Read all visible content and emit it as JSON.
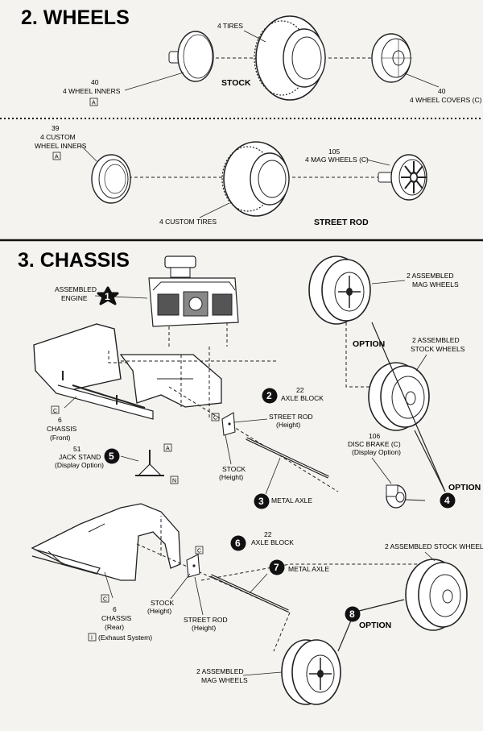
{
  "sections": {
    "wheels": {
      "title": "2. WHEELS",
      "stock": {
        "tires": "4 TIRES",
        "inners_num": "40",
        "inners": "4 WHEEL INNERS",
        "inners_tag": "A",
        "label": "STOCK",
        "covers_num": "40",
        "covers": "4 WHEEL COVERS (C)"
      },
      "street_rod": {
        "inners_num": "39",
        "inners_1": "4 CUSTOM",
        "inners_2": "WHEEL INNERS",
        "inners_tag": "A",
        "mag_num": "105",
        "mag": "4 MAG WHEELS (C)",
        "tires": "4 CUSTOM TIRES",
        "label": "STREET ROD"
      }
    },
    "chassis": {
      "title": "3. CHASSIS",
      "engine_1": "ASSEMBLED",
      "engine_2": "ENGINE",
      "front_tag": "C",
      "front_num": "6",
      "front_1": "CHASSIS",
      "front_2": "(Front)",
      "jack_num": "51",
      "jack_1": "JACK STAND",
      "jack_2": "(Display Option)",
      "jack_tag_a": "A",
      "jack_tag_n": "N",
      "axle_block_num": "22",
      "axle_block": "AXLE BLOCK",
      "axle_block_tag": "C",
      "street_rod_1": "STREET ROD",
      "street_rod_2": "(Height)",
      "stock_1": "STOCK",
      "stock_2": "(Height)",
      "metal_axle": "METAL AXLE",
      "mag_1": "2 ASSEMBLED",
      "mag_2": "MAG WHEELS",
      "option": "OPTION",
      "stockw_1": "2 ASSEMBLED",
      "stockw_2": "STOCK WHEELS",
      "disc_num": "106",
      "disc_1": "DISC BRAKE (C)",
      "disc_2": "(Display Option)",
      "option_right": "OPTION",
      "rear_axle_block_num": "22",
      "rear_axle_block": "AXLE BLOCK",
      "rear_axle_block_tag": "C",
      "rear_metal_axle": "METAL AXLE",
      "rear_stockw": "2 ASSEMBLED STOCK WHEELS",
      "rear_option": "OPTION",
      "rear_tag": "C",
      "rear_num": "6",
      "rear_1": "CHASSIS",
      "rear_2": "(Rear)",
      "exhaust_tag": "I",
      "exhaust": "(Exhaust System)",
      "rear_stock_1": "STOCK",
      "rear_stock_2": "(Height)",
      "rear_street_1": "STREET ROD",
      "rear_street_2": "(Height)",
      "rear_mag_1": "2 ASSEMBLED",
      "rear_mag_2": "MAG WHEELS"
    }
  },
  "steps": [
    "1",
    "2",
    "3",
    "4",
    "5",
    "6",
    "7",
    "8"
  ]
}
